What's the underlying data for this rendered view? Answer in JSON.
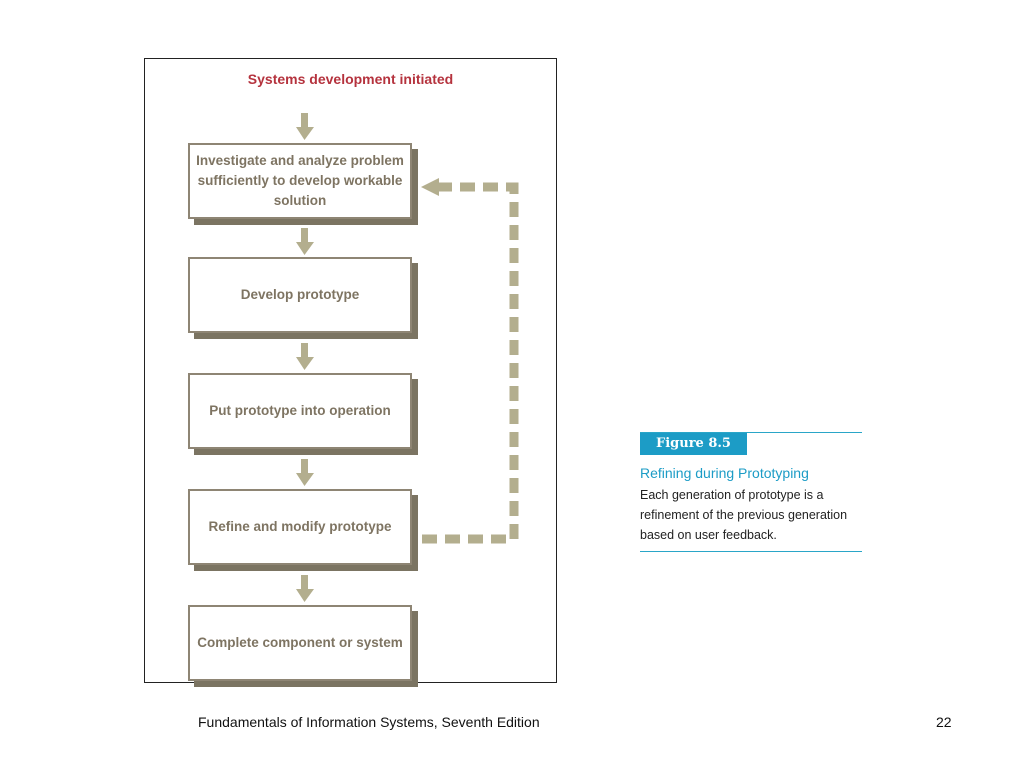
{
  "diagram": {
    "start": "Systems development initiated",
    "steps": [
      "Investigate and analyze problem sufficiently to develop workable solution",
      "Develop prototype",
      "Put prototype into operation",
      "Refine and modify prototype",
      "Complete component or system"
    ]
  },
  "caption": {
    "figure_label": "Figure 8.5",
    "title": "Refining during Prototyping",
    "text": "Each generation of prototype is a refinement of the previous generation based on user feedback."
  },
  "footer": {
    "book": "Fundamentals of Information Systems, Seventh Edition",
    "page": "22"
  },
  "colors": {
    "start_text": "#b5333e",
    "box_border": "#8e8574",
    "box_shadow": "#7b7462",
    "arrow": "#b3ae8e",
    "caption_accent": "#1c9cc6"
  }
}
